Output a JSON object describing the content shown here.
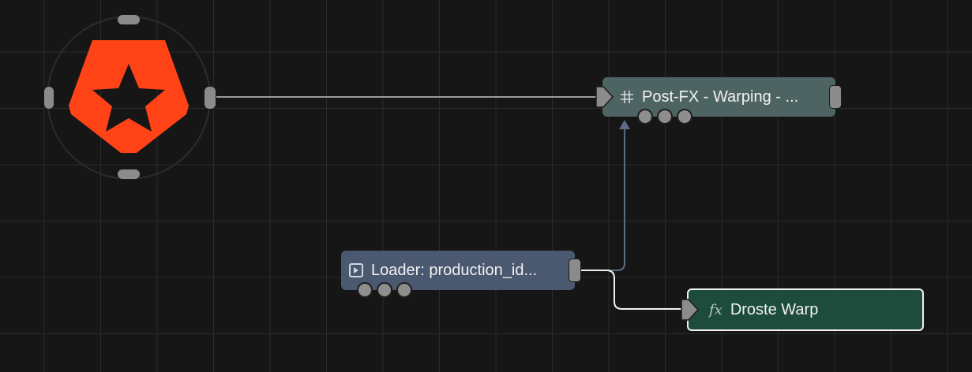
{
  "nodes": {
    "postfx": {
      "label": "Post-FX - Warping - ...",
      "icon": "hash-icon",
      "color": "#4e6462"
    },
    "loader": {
      "label": "Loader: production_id...",
      "icon": "play-square-icon",
      "color": "#4a5870"
    },
    "droste": {
      "label": "Droste Warp",
      "icon": "fx-icon",
      "color": "#1d4c3d"
    }
  },
  "brand": {
    "logo_icon": "star-gear-logo-icon",
    "color": "#ff4316"
  }
}
